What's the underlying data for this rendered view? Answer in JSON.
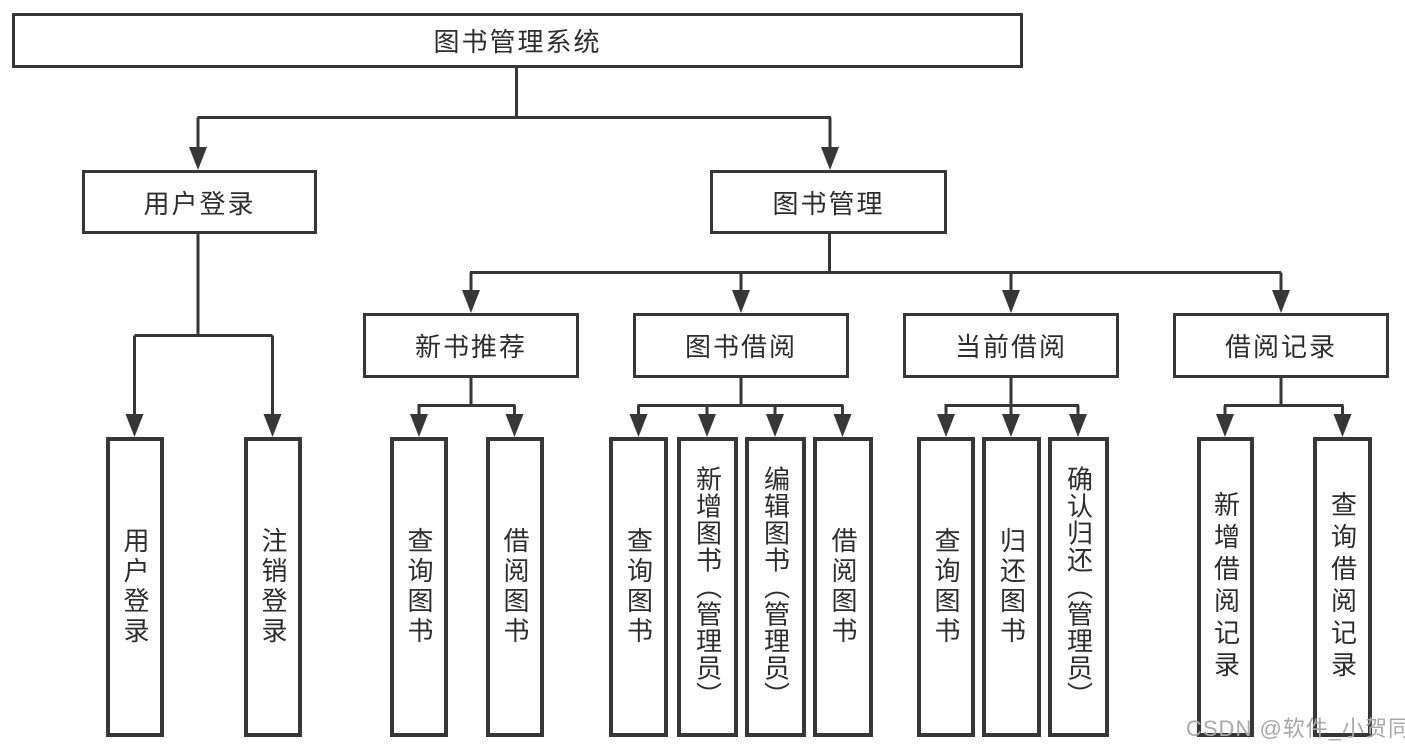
{
  "tree": {
    "label": "图书管理系统",
    "children": [
      {
        "label": "用户登录",
        "children": [
          {
            "label": "用户登录"
          },
          {
            "label": "注销登录"
          }
        ]
      },
      {
        "label": "图书管理",
        "children": [
          {
            "label": "新书推荐",
            "children": [
              {
                "label": "查询图书"
              },
              {
                "label": "借阅图书"
              }
            ]
          },
          {
            "label": "图书借阅",
            "children": [
              {
                "label": "查询图书"
              },
              {
                "label": "新增图书（管理员）"
              },
              {
                "label": "编辑图书（管理员）"
              },
              {
                "label": "借阅图书"
              }
            ]
          },
          {
            "label": "当前借阅",
            "children": [
              {
                "label": "查询图书"
              },
              {
                "label": "归还图书"
              },
              {
                "label": "确认归还（管理员）"
              }
            ]
          },
          {
            "label": "借阅记录",
            "children": [
              {
                "label": "新增借阅记录"
              },
              {
                "label": "查询借阅记录"
              }
            ]
          }
        ]
      }
    ]
  },
  "watermark": {
    "text": "CSDN @软件_小贺同学"
  },
  "colors": {
    "line": "#373737",
    "box_border": "#373737",
    "text": "#2d2d2d",
    "background": "#ffffff",
    "watermark": "#a8a8a8"
  }
}
